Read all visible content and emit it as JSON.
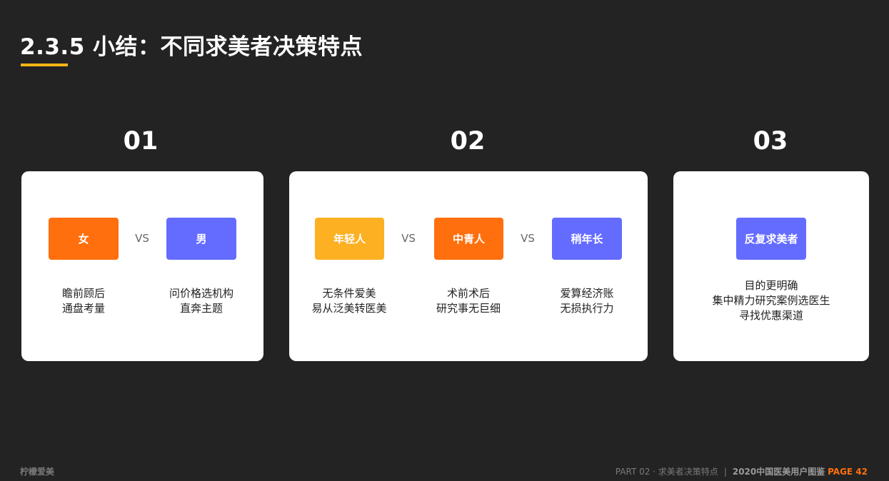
{
  "title": "2.3.5 小结：不同求美者决策特点",
  "colors": {
    "orange": "#ff6f0d",
    "blue": "#646cff",
    "yellow": "#fdb022",
    "accent_underline": "#f7b516"
  },
  "sections": [
    {
      "number": "01",
      "tags": [
        {
          "label": "女",
          "color": "#ff6f0d"
        },
        {
          "label": "男",
          "color": "#646cff"
        }
      ],
      "vs": [
        "VS"
      ],
      "descriptions": [
        [
          "瞻前顾后",
          "通盘考量"
        ],
        [
          "问价格选机构",
          "直奔主题"
        ]
      ]
    },
    {
      "number": "02",
      "tags": [
        {
          "label": "年轻人",
          "color": "#fdb022"
        },
        {
          "label": "中青人",
          "color": "#ff6f0d"
        },
        {
          "label": "稍年长",
          "color": "#646cff"
        }
      ],
      "vs": [
        "VS",
        "VS"
      ],
      "descriptions": [
        [
          "无条件爱美",
          "易从泛美转医美"
        ],
        [
          "术前术后",
          "研究事无巨细"
        ],
        [
          "爱算经济账",
          "无损执行力"
        ]
      ]
    },
    {
      "number": "03",
      "tags": [
        {
          "label": "反复求美者",
          "color": "#646cff"
        }
      ],
      "vs": [],
      "descriptions": [
        [
          "目的更明确",
          "集中精力研究案例选医生",
          "寻找优惠渠道"
        ]
      ]
    }
  ],
  "footer": {
    "brand": "柠檬爱美",
    "part": "PART 02 · 求美者决策特点",
    "separator": "|",
    "report": "2020中国医美用户图鉴",
    "page": "PAGE 42"
  }
}
